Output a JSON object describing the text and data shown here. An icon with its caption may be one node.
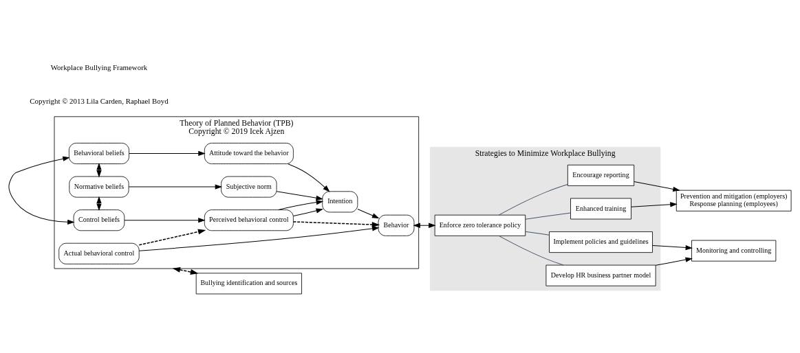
{
  "diagram": {
    "nodes": [
      {
        "text": [
          "Theory of Planned Behavior (TPB)",
          "Copyright © 2019 Icek Ajzen"
        ]
      },
      {
        "text": [
          "Behavioral beliefs"
        ],
        "in": 0
      },
      {
        "text": [
          "Attitude toward the behavior"
        ],
        "in": 0
      },
      {
        "text": [
          "Normative beliefs"
        ],
        "in": 0
      },
      {
        "text": [
          "Subjective norm"
        ],
        "in": 0
      },
      {
        "text": [
          "Control beliefs"
        ],
        "in": 0
      },
      {
        "text": [
          "Perceived behavioral control"
        ],
        "in": 0
      },
      {
        "text": [
          "Intention"
        ],
        "in": 0
      },
      {
        "text": [
          "Behavior"
        ],
        "in": 0
      },
      {
        "text": [
          "Actual behavioral control"
        ],
        "in": 0
      },
      {
        "text": [
          "Strategies to Minimize Workplace Bullying"
        ]
      },
      {
        "text": [
          "Enforce zero tolerance policy"
        ],
        "in": 10
      },
      {
        "text": [
          "Enhanced training"
        ],
        "in": 10
      },
      {
        "text": [
          "Encourage reporting"
        ],
        "in": 10
      },
      {
        "text": [
          "Develop HR business partner model"
        ],
        "in": 10
      },
      {
        "text": [
          "Implement policies and guidelines"
        ],
        "in": 10
      },
      {
        "text": [
          "Bullying identification and sources"
        ]
      },
      {
        "text": [
          "Prevention and mitigation (employers)",
          "Response planning (employees)"
        ]
      },
      {
        "text": [
          "Monitoring and controlling"
        ]
      }
    ],
    "edges": [
      {
        "from": 1,
        "to": 3,
        "arrow": "both"
      },
      {
        "from": 3,
        "to": 5,
        "arrow": "both"
      },
      {
        "from": 1,
        "to": 5,
        "arrow": "both"
      },
      {
        "from": 1,
        "to": 2,
        "arrow": "to"
      },
      {
        "from": 3,
        "to": 4,
        "arrow": "to"
      },
      {
        "from": 5,
        "to": 6,
        "arrow": "to"
      },
      {
        "from": 2,
        "to": 7,
        "arrow": "to"
      },
      {
        "from": 4,
        "to": 7,
        "arrow": "to"
      },
      {
        "from": 6,
        "to": 7,
        "arrow": "to"
      },
      {
        "from": 6,
        "to": 7,
        "arrow": "to"
      },
      {
        "from": 7,
        "to": 8,
        "arrow": "to"
      },
      {
        "from": 6,
        "to": 8,
        "arrow": "to",
        "style": "dashed"
      },
      {
        "from": 9,
        "to": 8,
        "arrow": "to"
      },
      {
        "from": 9,
        "to": 6,
        "arrow": "to",
        "style": "dashed"
      },
      {
        "from": 8,
        "to": 11,
        "arrow": "both"
      },
      {
        "from": 0,
        "to": 16,
        "arrow": "both",
        "style": "dashed"
      },
      {
        "from": 11,
        "to": 12,
        "arrow": "none",
        "color": "#44546a"
      },
      {
        "from": 11,
        "to": 13,
        "arrow": "none",
        "color": "#44546a"
      },
      {
        "from": 11,
        "to": 14,
        "arrow": "none",
        "color": "#44546a"
      },
      {
        "from": 11,
        "to": 15,
        "arrow": "none",
        "color": "#44546a"
      },
      {
        "from": 12,
        "to": 17,
        "arrow": "to"
      },
      {
        "from": 13,
        "to": 17,
        "arrow": "to"
      },
      {
        "from": 14,
        "to": 18,
        "arrow": "to"
      },
      {
        "from": 15,
        "to": 18,
        "arrow": "to"
      }
    ],
    "labels": [
      "Copyright © 2013 Lila Carden, Raphael Boyd",
      "Workplace Bullying Framework"
    ]
  }
}
